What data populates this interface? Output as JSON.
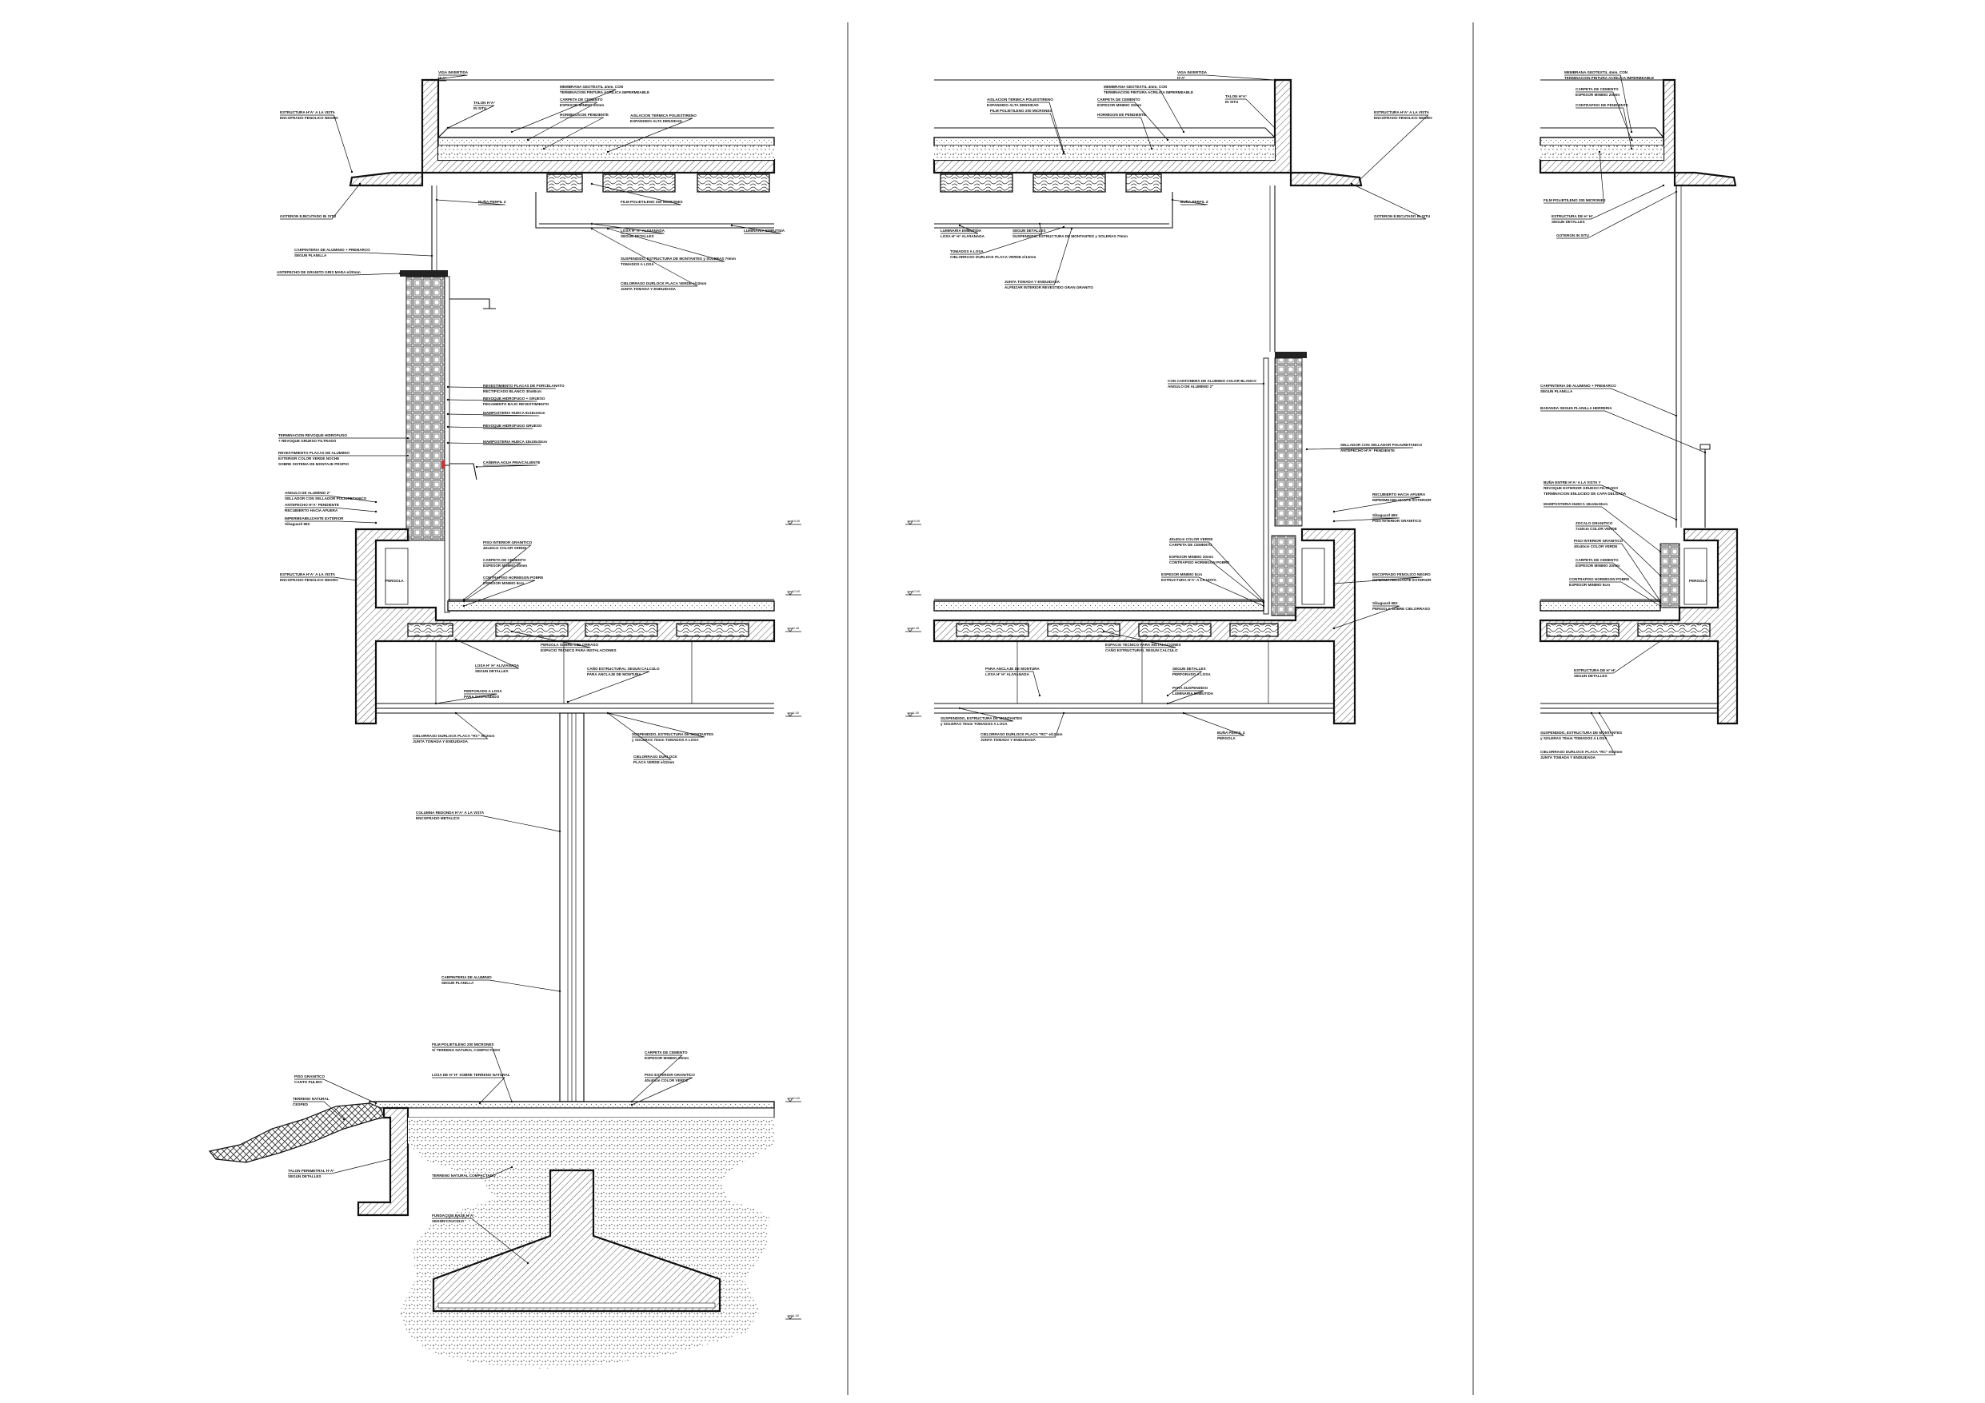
{
  "drawing": {
    "title": "",
    "panels": [
      {
        "id": "section-1",
        "labels": [
          "VIGA INVERTIDA",
          "H°A°",
          "ESTRUCTURA H°A° A LA VISTA",
          "ENCOFRADO FENOLICO NEGRO",
          "TALON H°A°",
          "IN SITU",
          "MEMBRANA GEOTEXTIL 4mm. CON",
          "TERMINACION PINTURA ACRILICA IMPERMEABLE",
          "CARPETA DE CEMENTO",
          "ESPESOR MINIMO 20mm",
          "HORMIGON DE PENDIENTE",
          "AISLACION TERMICA POLIESTIRENO",
          "EXPANDIDO ALTA DENSIDAD",
          "GOTERON EJECUTADO IN SITU",
          "BUÑA PERFIL Z",
          "FILM POLIETILENO 200 MICRONES",
          "LOSA H° H° ALIVIANADA",
          "SEGUN DETALLES",
          "LUMINARIA EMBUTIDA",
          "SUSPENDIDO, ESTRUCTURA DE MONTANTES y SOLERAS 70mm",
          "TOMADOS A LOSA",
          "CIELORRASO DURLOCK PLACA VERDE e/12mm",
          "JUNTA TOMADA Y ENDUIDADA",
          "CARPINTERIA DE ALUMINIO + PREMARCO",
          "SEGUN PLANILLA",
          "ANTEPECHO DE GRANITO GRIS MARA e/20mm",
          "REVESTIMIENTO PLACAS DE PORCELANATO",
          "RECTIFICADO BLANCO 30x60cm",
          "REVOQUE HIDROFUGO + GRUESO",
          "PEGAMENTO BAJO REVESTIMIENTO",
          "MAMPOSTERIA HUECA 8x18x33cm",
          "REVOQUE HIDROFUGO GRUESO",
          "MAMPOSTERIA HUECA 18x18x33cm",
          "TERMINACION REVOQUE HIDROFUGO",
          "+ REVOQUE GRUESO FILTRADO",
          "REVESTIMIENTO PLACAS DE ALUMINIO",
          "EXTERIOR COLOR VERDE NOCHE",
          "SOBRE SISTEMA DE MONTAJE PROPIO",
          "CAÑERIA AGUA FRIA/CALIENTE",
          "ANGULO DE ALUMINIO 2\"",
          "SELLADOR CON SELLADOR POLIURETANICO",
          "ANTEPECHO H°A° PENDIENTE",
          "RECUBIERTO HACIA AFUERA",
          "IMPERMEABILIZANTE EXTERIOR",
          "Sikaguard 68X",
          "ESTRUCTURA H°A° A LA VISTA",
          "ENCOFRADO FENOLICO NEGRO",
          "PISO INTERIOR GRANITICO",
          "40x40cm COLOR VERDE",
          "CARPETA DE CEMENTO",
          "ESPESOR MINIMO 20mm",
          "CONTRAPISO HORMIGON POBRE",
          "ESPESOR MINIMO 8cm",
          "PERGOLA SOBRE CIELORRASO",
          "ESPACIO TECNICO PARA INSTALACIONES",
          "LOSA H° H° ALIVIANADA",
          "SEGUN DETALLES",
          "CAÑO ESTRUCTURAL SEGUN CALCULO",
          "PARA ANCLAJE DE MONTURA",
          "PERFORADO A LOSA",
          "PARA SUSPENDIDO",
          "CIELORRASO DURLOCK PLACA \"RC\" e/12mm",
          "JUNTA TOMADA Y ENDUIDADA",
          "SUSPENDIDO, ESTRUCTURA DE MONTANTES",
          "y SOLERAS 70mm TOMADOS A LOSA",
          "CIELORRASO DURLOCK",
          "PLACA VERDE e/12mm",
          "COLUMNA REDONDA H°A° A LA VISTA",
          "ENCOFRADO METALICO",
          "CARPINTERIA DE ALUMINIO",
          "SEGUN PLANILLA",
          "FILM POLIETILENO 200 MICRONES",
          "S/ TERRENO NATURAL COMPACTADO",
          "CARPETA DE CEMENTO",
          "ESPESOR MINIMO 20mm",
          "LOSA DE H° H° SOBRE TERRENO NATURAL",
          "PISO EXTERIOR GRANITICO",
          "40x40cm COLOR VERDE",
          "PISO GRANITICO",
          "CANTO PULIDO",
          "TERRENO NATURAL",
          "CESPED",
          "TALON PERIMETRAL H°A°",
          "SEGUN DETALLES",
          "TERRENO NATURAL COMPACTADO",
          "FUNDACION BASE H°A°",
          "SEGUN CALCULO",
          "PERGOLA"
        ]
      },
      {
        "id": "section-2",
        "labels": [
          "VIGA INVERTIDA",
          "H°A°",
          "MEMBRANA GEOTEXTIL 4mm. CON",
          "TERMINACION PINTURA ACRILICA IMPERMEABLE",
          "CARPETA DE CEMENTO",
          "ESPESOR MINIMO 20mm",
          "HORMIGON DE PENDIENTE",
          "AISLACION TERMICA POLIESTIRENO",
          "EXPANDIDO ALTA DENSIDAD",
          "FILM POLIETILENO 200 MICRONES",
          "TALON H°A°",
          "IN SITU",
          "ESTRUCTURA H°A° A LA VISTA",
          "ENCOFRADO FENOLICO NEGRO",
          "BUÑA PERFIL Z",
          "GOTERON EJECUTADO IN SITU",
          "LUMINARIA EMBUTIDA",
          "LOSA H° H° ALIVIANADA",
          "SEGUN DETALLES",
          "SUSPENDIDO, ESTRUCTURA DE MONTANTES y SOLERAS 70mm",
          "TOMADOS A LOSA",
          "CIELORRASO DURLOCK PLACA VERDE e/12mm",
          "JUNTA TOMADA Y ENDUIDADA",
          "ALFEIZAR INTERIOR REVESTIDO GRAN GRANITO",
          "CON CANTONERA DE ALUMINIO COLOR BLANCO",
          "ANGULO DE ALUMINIO 2\"",
          "SELLADOR CON SELLADOR POLIURETANICO",
          "ANTEPECHO H°A° PENDIENTE",
          "RECUBIERTO HACIA AFUERA",
          "IMPERMEABILIZANTE EXTERIOR",
          "Sikaguard 68X",
          "PISO INTERIOR GRANITICO",
          "40x40cm COLOR VERDE",
          "CARPETA DE CEMENTO",
          "ESPESOR MINIMO 20mm",
          "CONTRAPISO HORMIGON POBRE",
          "ESPESOR MINIMO 8cm",
          "ESTRUCTURA H°A° A LA VISTA",
          "ENCOFRADO FENOLICO NEGRO",
          "IMPERMEABILIZANTE EXTERIOR",
          "Sikaguard 68X",
          "PERGOLA SOBRE CIELORRASO",
          "ESPACIO TECNICO PARA INSTALACIONES",
          "CAÑO ESTRUCTURAL SEGUN CALCULO",
          "PARA ANCLAJE DE MONTURA",
          "LOSA H° H° ALIVIANADA",
          "SEGUN DETALLES",
          "PERFORADO A LOSA",
          "PARA SUSPENDIDO",
          "LUMINARIA EMBUTIDA",
          "SUSPENDIDO, ESTRUCTURA DE MONTANTES",
          "y SOLERAS 70mm TOMADOS A LOSA",
          "CIELORRASO DURLOCK PLACA \"RC\" e/12mm",
          "JUNTA TOMADA Y ENDUIDADA",
          "BUÑA PERFIL Z",
          "PERGOLA"
        ]
      },
      {
        "id": "section-3",
        "labels": [
          "MEMBRANA GEOTEXTIL 4mm. CON",
          "TERMINACION PINTURA ACRILICA IMPERMEABLE",
          "CARPETA DE CEMENTO",
          "ESPESOR MINIMO 20mm",
          "CONTRAPISO DE PENDIENTE",
          "FILM POLIETILENO 200 MICRONES",
          "ESTRUCTURA DE H° H°",
          "SEGUN DETALLES",
          "GOTERON IN SITU",
          "CARPINTERIA DE ALUMINIO + PREMARCO",
          "SEGUN PLANILLA",
          "BARANDA SEGUN PLANILLA HERRERIA",
          "BUÑA ENTRE H°A° A LA VISTA Y",
          "REVOQUE EXTERIOR GRUESO FILTRADO",
          "TERMINACION ENLUCIDO DE CAPA DELGADA",
          "MAMPOSTERIA HUECA 18x18x33cm",
          "ZOCALO GRANITICO",
          "7x40cm COLOR VERDE",
          "PISO INTERIOR GRANITICO",
          "40x40cm COLOR VERDE",
          "CARPETA DE CEMENTO",
          "ESPESOR MINIMO 20mm",
          "CONTRAPISO HORMIGON POBRE",
          "ESPESOR MINIMO 8cm",
          "ESTRUCTURA DE H° H°",
          "SEGUN DETALLES",
          "SUSPENDIDO, ESTRUCTURA DE MONTANTES",
          "y SOLERAS 70mm TOMADOS A LOSA",
          "CIELORRASO DURLOCK PLACA \"RC\" e/12mm",
          "JUNTA TOMADA Y ENDUIDADA",
          "PERGOLA"
        ]
      }
    ],
    "level_marks": [
      "+3.00",
      "+2.65",
      "+0.30",
      "+0.00",
      "-0.10",
      "-0.45",
      "-1.00"
    ]
  }
}
